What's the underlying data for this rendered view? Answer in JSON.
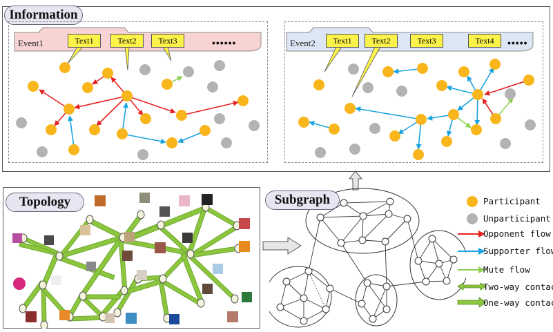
{
  "titles": {
    "information": "Information",
    "topology": "Topology",
    "subgraph": "Subgraph"
  },
  "events": {
    "event1": {
      "label": "Event1",
      "texts": [
        "Text1",
        "Text2",
        "Text3"
      ],
      "more": "••••••"
    },
    "event2": {
      "label": "Event2",
      "texts": [
        "Text1",
        "Text2",
        "Text3",
        "Text4"
      ],
      "more": "•••••"
    }
  },
  "legend": {
    "participant": "Participant",
    "unparticipant": "Unparticipant",
    "opponent": "Opponent flow",
    "supporter": "Supporter flow",
    "mute": "Mute flow",
    "two_way": "Two-way contact",
    "one_way": "One-way contact"
  },
  "colors": {
    "participant": "#f9b51c",
    "unparticipant": "#b3b3b3",
    "opponent": "#e82020",
    "supporter": "#1aa3e0",
    "mute": "#8ed057",
    "contact": "#8cc63f",
    "event1_bg": "#f7d3d3",
    "event2_bg": "#dce6f4",
    "title_bg": "#e9e4f2"
  }
}
